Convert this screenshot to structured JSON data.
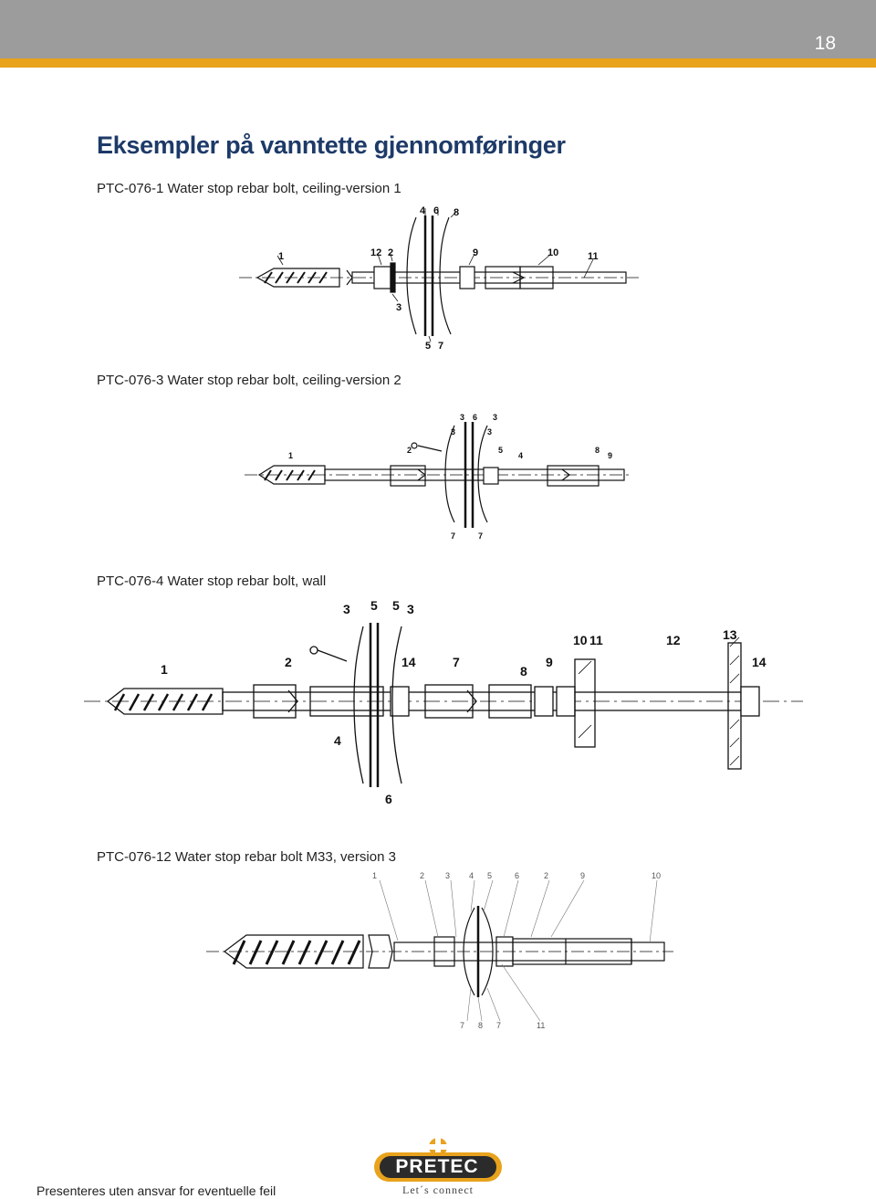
{
  "page": {
    "number": "18"
  },
  "title": "Eksempler på vanntette gjennomføringer",
  "sections": [
    {
      "caption": "PTC-076-1 Water stop rebar bolt, ceiling-version 1",
      "labels": [
        "4",
        "6",
        "8",
        "1",
        "12",
        "2",
        "9",
        "10",
        "11",
        "3",
        "5",
        "7"
      ]
    },
    {
      "caption": "PTC-076-3 Water stop rebar bolt, ceiling-version 2",
      "labels": [
        "3",
        "6",
        "3",
        "3",
        "3",
        "1",
        "2",
        "5",
        "4",
        "8",
        "9",
        "7",
        "7"
      ]
    },
    {
      "caption": "PTC-076-4 Water stop rebar bolt, wall",
      "labels": [
        "3",
        "5",
        "5",
        "3",
        "1",
        "2",
        "14",
        "7",
        "8",
        "9",
        "10",
        "11",
        "12",
        "13",
        "14",
        "4",
        "6"
      ]
    },
    {
      "caption": "PTC-076-12 Water stop rebar bolt M33, version 3",
      "labels": [
        "1",
        "2",
        "3",
        "4",
        "5",
        "6",
        "2",
        "9",
        "10",
        "7",
        "8",
        "7",
        "11"
      ]
    }
  ],
  "footer": {
    "disclaimer": "Presenteres uten ansvar for eventuelle feil",
    "logo_name": "PRETEC",
    "logo_tagline": "Let´s connect"
  },
  "colors": {
    "header_gray": "#9c9c9c",
    "accent_orange": "#e8a21c",
    "title_navy": "#1d3a68"
  }
}
